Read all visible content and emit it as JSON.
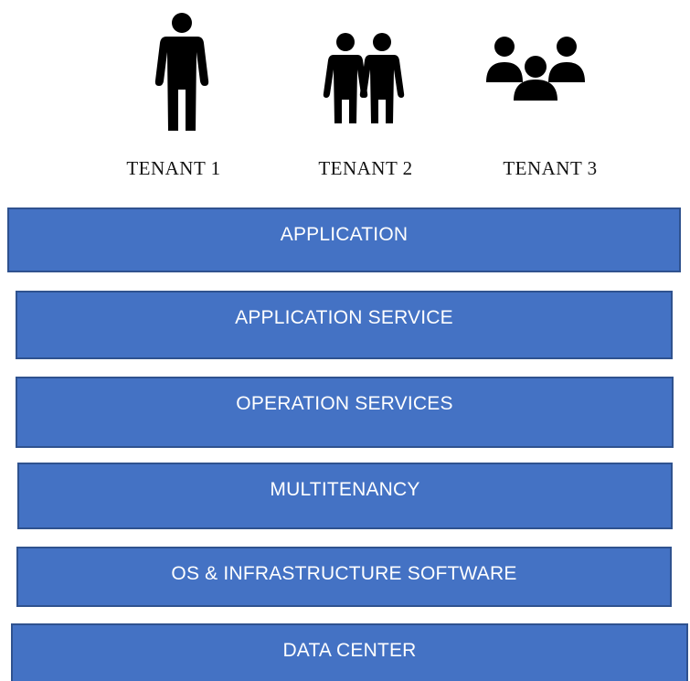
{
  "tenants": [
    {
      "label": "TENANT 1",
      "icon": "person-icon"
    },
    {
      "label": "TENANT 2",
      "icon": "two-people-icon"
    },
    {
      "label": "TENANT 3",
      "icon": "group-icon"
    }
  ],
  "layers": [
    {
      "label": "APPLICATION"
    },
    {
      "label": "APPLICATION SERVICE"
    },
    {
      "label": "OPERATION SERVICES"
    },
    {
      "label": "MULTITENANCY"
    },
    {
      "label": "OS & INFRASTRUCTURE SOFTWARE"
    },
    {
      "label": "DATA CENTER"
    }
  ],
  "colors": {
    "layer_fill": "#4472c4",
    "layer_border": "#2f528f",
    "icon_fill": "#000000"
  }
}
